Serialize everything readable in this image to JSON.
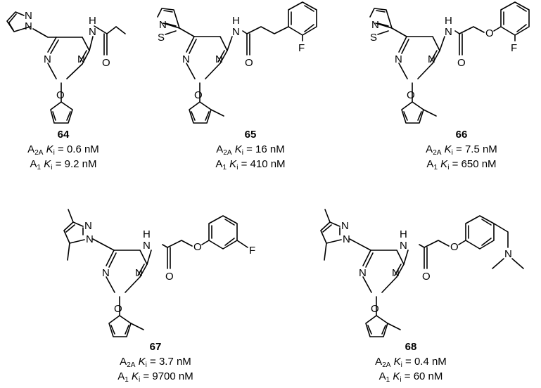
{
  "compounds": [
    {
      "number": "64",
      "a2a": {
        "receptor": "A",
        "receptor_sub": "2A",
        "k": "K",
        "k_sub": "i",
        "value": "= 0.6 nM"
      },
      "a1": {
        "receptor": "A",
        "receptor_sub": "1",
        "k": "K",
        "k_sub": "i",
        "value": "= 9.2 nM"
      },
      "atoms": {
        "n_pz1": "N",
        "n_pz2": "N",
        "n_pym1": "N",
        "n_pym2": "N",
        "o_fur": "O",
        "nh_n": "N",
        "nh_h": "H",
        "o_carb": "O"
      }
    },
    {
      "number": "65",
      "a2a": {
        "receptor": "A",
        "receptor_sub": "2A",
        "k": "K",
        "k_sub": "i",
        "value": "= 16 nM"
      },
      "a1": {
        "receptor": "A",
        "receptor_sub": "1",
        "k": "K",
        "k_sub": "i",
        "value": "= 410 nM"
      },
      "atoms": {
        "n_thz": "N",
        "s_thz": "S",
        "n_pym1": "N",
        "n_pym2": "N",
        "o_fur": "O",
        "nh_n": "N",
        "nh_h": "H",
        "o_carb": "O",
        "f": "F"
      }
    },
    {
      "number": "66",
      "a2a": {
        "receptor": "A",
        "receptor_sub": "2A",
        "k": "K",
        "k_sub": "i",
        "value": "= 7.5 nM"
      },
      "a1": {
        "receptor": "A",
        "receptor_sub": "1",
        "k": "K",
        "k_sub": "i",
        "value": "= 650 nM"
      },
      "atoms": {
        "n_thz": "N",
        "s_thz": "S",
        "n_pym1": "N",
        "n_pym2": "N",
        "o_fur": "O",
        "nh_n": "N",
        "nh_h": "H",
        "o_carb": "O",
        "o_ether": "O",
        "f": "F"
      }
    },
    {
      "number": "67",
      "a2a": {
        "receptor": "A",
        "receptor_sub": "2A",
        "k": "K",
        "k_sub": "i",
        "value": "= 3.7 nM"
      },
      "a1": {
        "receptor": "A",
        "receptor_sub": "1",
        "k": "K",
        "k_sub": "i",
        "value": "= 9700 nM"
      },
      "atoms": {
        "n_pz1": "N",
        "n_pz2": "N",
        "n_pym1": "N",
        "n_pym2": "N",
        "o_fur": "O",
        "nh_n": "N",
        "nh_h": "H",
        "o_carb": "O",
        "o_ether": "O",
        "f": "F"
      }
    },
    {
      "number": "68",
      "a2a": {
        "receptor": "A",
        "receptor_sub": "2A",
        "k": "K",
        "k_sub": "i",
        "value": "= 0.4 nM"
      },
      "a1": {
        "receptor": "A",
        "receptor_sub": "1",
        "k": "K",
        "k_sub": "i",
        "value": "= 60 nM"
      },
      "atoms": {
        "n_pz1": "N",
        "n_pz2": "N",
        "n_pym1": "N",
        "n_pym2": "N",
        "o_fur": "O",
        "nh_n": "N",
        "nh_h": "H",
        "o_carb": "O",
        "o_ether": "O",
        "n_amine": "N"
      }
    }
  ]
}
